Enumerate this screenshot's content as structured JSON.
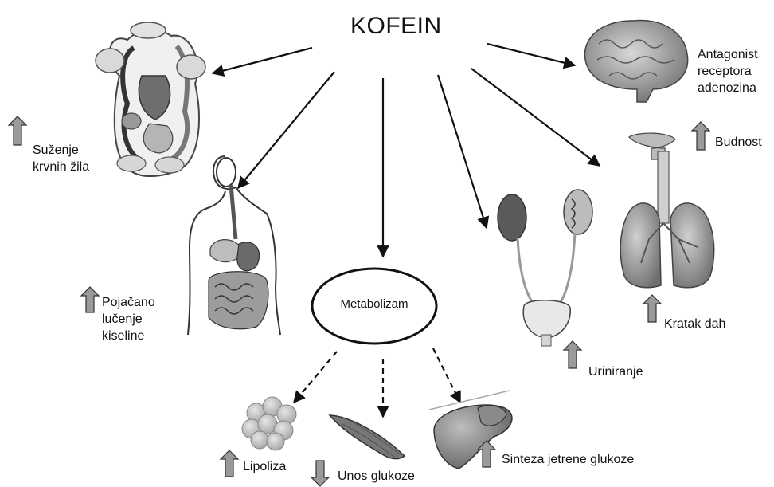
{
  "title": "KOFEIN",
  "center_node": "Metabolizam",
  "effects": {
    "vasoconstriction": "Suženje\nkrvnih žila",
    "acid": "Pojačano\nlučenje\nkiseline",
    "adenosine": "Antagonist\nreceptora\nadenozina",
    "alertness": "Budnost",
    "breath": "Kratak dah",
    "urination": "Uriniranje",
    "lipolysis": "Lipoliza",
    "glucose_uptake": "Unos glukoze",
    "liver_glucose": "Sinteza jetrene glukoze"
  },
  "indicators": {
    "vasoconstriction": "up",
    "acid": "up",
    "alertness": "up",
    "breath": "up",
    "urination": "up",
    "lipolysis": "up",
    "glucose_uptake": "down",
    "liver_glucose": "up"
  },
  "colors": {
    "arrow": "#111111",
    "indicator_fill": "#9a9a9a",
    "organ_dark": "#555555",
    "organ_mid": "#8a8a8a",
    "organ_light": "#c8c8c8"
  }
}
